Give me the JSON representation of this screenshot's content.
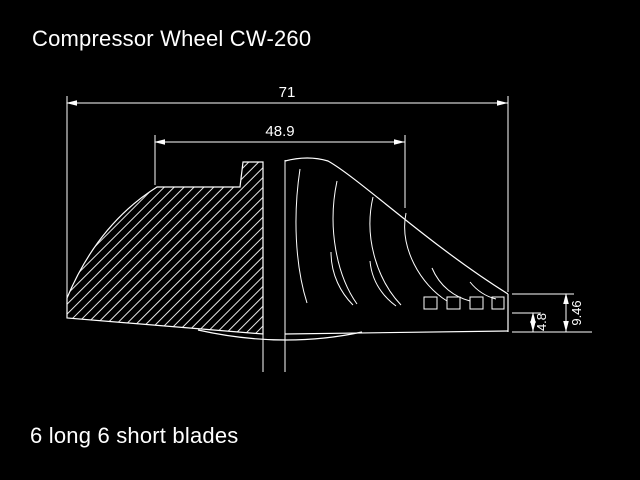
{
  "title": "Compressor Wheel CW-260",
  "note": "6 long 6 short blades",
  "dimensions": {
    "overall_width": "71",
    "inlet_width": "48.9",
    "tip_height": "9.46",
    "step_height": "4.8"
  },
  "colors": {
    "background": "#000000",
    "line": "#ffffff"
  }
}
